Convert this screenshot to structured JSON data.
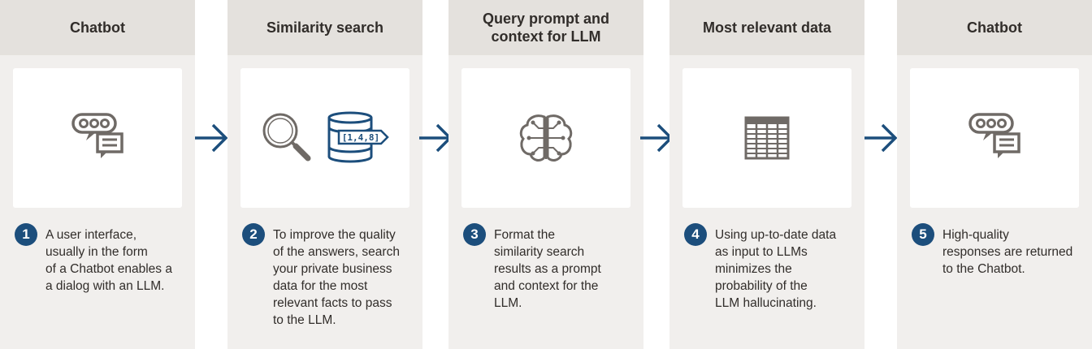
{
  "colors": {
    "card_bg": "#f1efed",
    "header_bg": "#e4e1dd",
    "badge": "#1c4e7c",
    "arrow": "#1c4e7c",
    "icon_gray": "#6f6a66",
    "accent_blue": "#1c4e7c"
  },
  "steps": [
    {
      "title": "Chatbot",
      "icon": "chat-bubbles-icon",
      "number": "1",
      "text": "A user interface,\nusually in the form\nof a Chatbot enables a\na dialog  with an LLM."
    },
    {
      "title": "Similarity search",
      "icon": "magnifier-and-vector-database-icon",
      "vector_label": "[1,4,8]",
      "number": "2",
      "text": "To improve the quality\nof the answers, search\nyour private business\ndata for the most\nrelevant facts to pass\nto the LLM."
    },
    {
      "title": "Query prompt and\ncontext for LLM",
      "icon": "brain-icon",
      "number": "3",
      "text": "Format the\nsimilarity search\nresults as a prompt\nand context for the\nLLM."
    },
    {
      "title": "Most relevant data",
      "icon": "table-grid-icon",
      "number": "4",
      "text": "Using up-to-date data\nas input to LLMs\nminimizes the\nprobability of the\nLLM hallucinating."
    },
    {
      "title": "Chatbot",
      "icon": "chat-bubbles-icon",
      "number": "5",
      "text": "High-quality\nresponses are returned\nto the Chatbot."
    }
  ]
}
